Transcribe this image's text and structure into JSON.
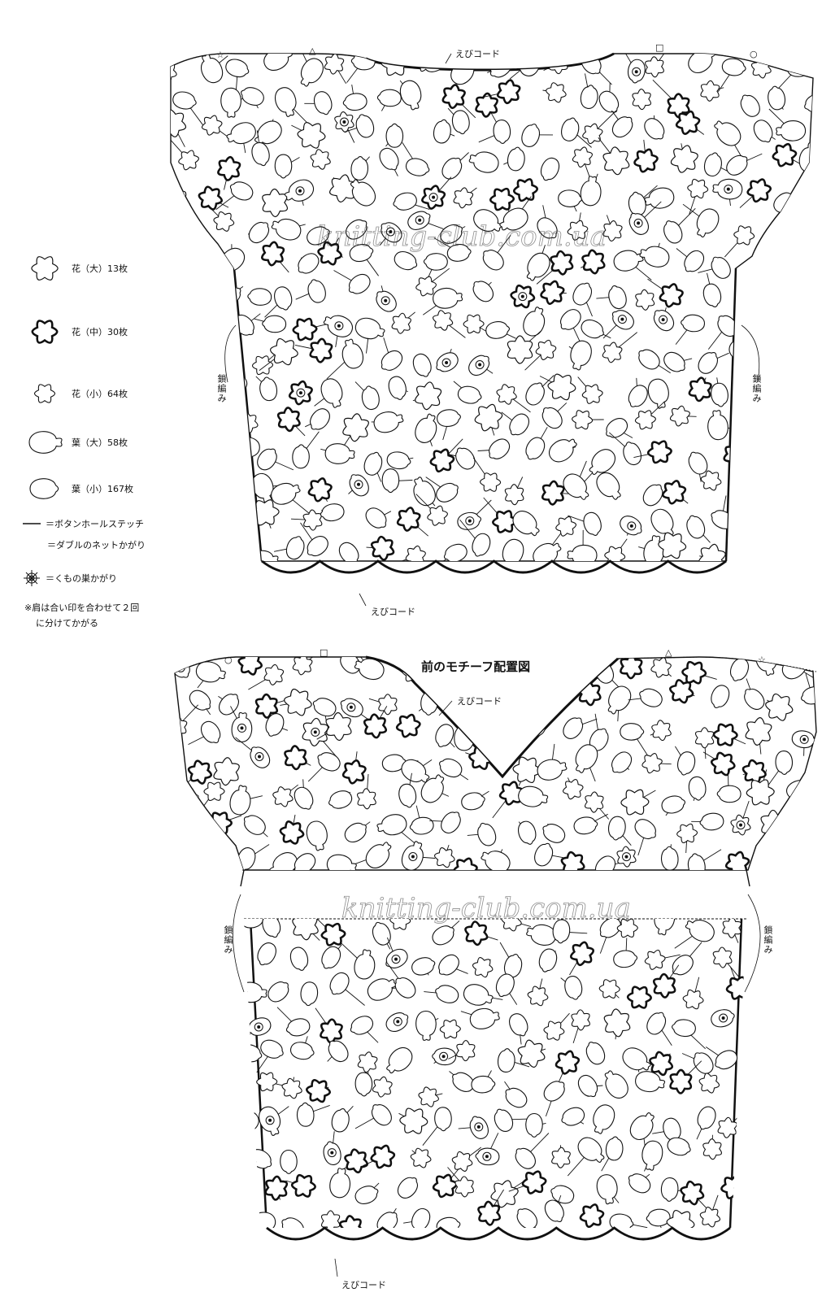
{
  "title": "前のモチーフ配置図",
  "labels": {
    "ebi_cord": "えびコード",
    "chain_stitch": "鎖編み"
  },
  "shoulder_marks": [
    "☆",
    "△",
    "□",
    "○"
  ],
  "legend": [
    {
      "icon": "flower-large-icon",
      "label": "花（大）13枚"
    },
    {
      "icon": "flower-medium-icon",
      "label": "花（中）30枚"
    },
    {
      "icon": "flower-small-icon",
      "label": "花（小）64枚"
    },
    {
      "icon": "leaf-large-icon",
      "label": "葉（大）58枚"
    },
    {
      "icon": "leaf-small-icon",
      "label": "葉（小）167枚"
    },
    {
      "icon": "buttonhole-line-icon",
      "label": "＝ボタンホールステッチ"
    },
    {
      "icon": "double-net-icon",
      "label": "＝ダブルのネットかがり"
    },
    {
      "icon": "spiderweb-icon",
      "label": "＝くもの巣かがり"
    }
  ],
  "note": [
    "※肩は合い印を合わせて２回",
    "に分けてかがる"
  ],
  "watermark": "knitting-club.com.ua"
}
